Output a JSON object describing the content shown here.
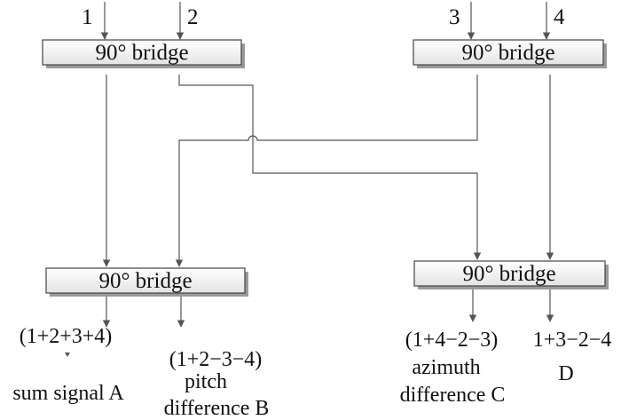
{
  "bridges": {
    "top_left": "90° bridge",
    "top_right": "90° bridge",
    "bottom_left": "90° bridge",
    "bottom_right": "90° bridge"
  },
  "inputs": [
    "1",
    "2",
    "3",
    "4"
  ],
  "outputs": {
    "a": {
      "formula": "(1+2+3+4)",
      "name_line1": "sum signal A"
    },
    "b": {
      "formula": "(1+2−3−4)",
      "name_line1": "pitch",
      "name_line2": "difference  B"
    },
    "c": {
      "formula": "(1+4−2−3)",
      "name_line1": "azimuth",
      "name_line2": "difference C"
    },
    "d": {
      "formula": "1+3−2−4",
      "name_line1": "D"
    }
  }
}
